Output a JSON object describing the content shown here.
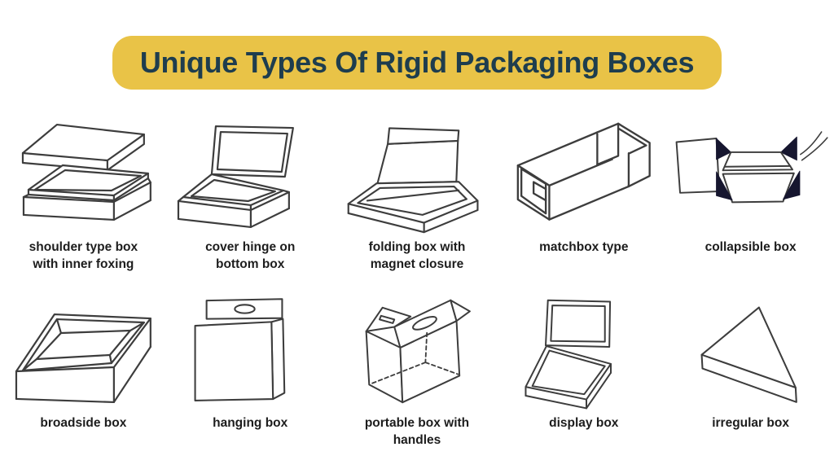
{
  "title": {
    "text": "Unique Types Of Rigid Packaging Boxes"
  },
  "colors": {
    "title_bg": "#e9c347",
    "title_text": "#1e3d4e",
    "line_art": "#3d3d3d",
    "dark_fill": "#16162f",
    "label_text": "#1d1d1d",
    "background": "#ffffff"
  },
  "boxes": [
    {
      "label": "shoulder type box\nwith inner foxing",
      "icon": "shoulder-type-box-illustration"
    },
    {
      "label": "cover hinge on\nbottom box",
      "icon": "cover-hinge-box-illustration"
    },
    {
      "label": "folding box with\nmagnet closure",
      "icon": "folding-magnet-box-illustration"
    },
    {
      "label": "matchbox type",
      "icon": "matchbox-illustration"
    },
    {
      "label": "collapsible box",
      "icon": "collapsible-box-illustration"
    },
    {
      "label": "broadside box",
      "icon": "broadside-box-illustration"
    },
    {
      "label": "hanging box",
      "icon": "hanging-box-illustration"
    },
    {
      "label": "portable box with\nhandles",
      "icon": "portable-handle-box-illustration"
    },
    {
      "label": "display box",
      "icon": "display-box-illustration"
    },
    {
      "label": "irregular box",
      "icon": "irregular-box-illustration"
    }
  ]
}
